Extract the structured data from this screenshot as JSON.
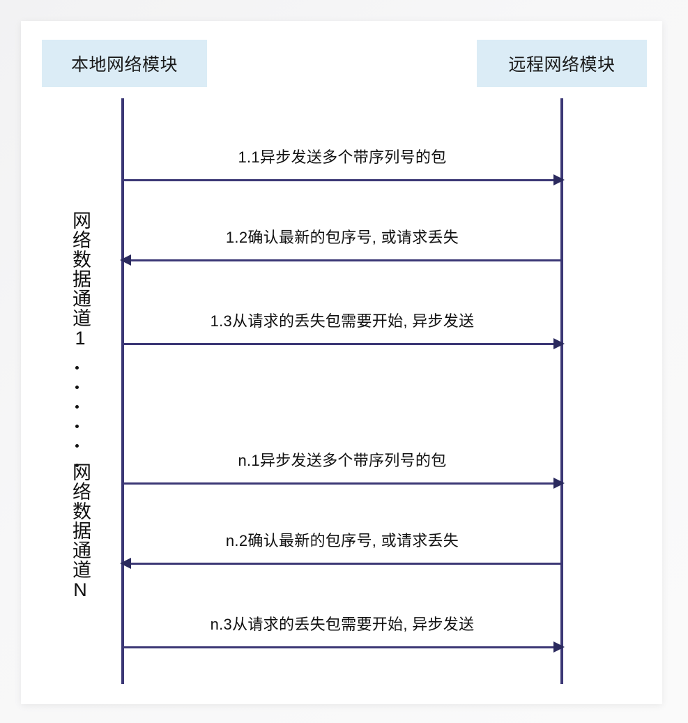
{
  "diagram": {
    "type": "sequence-diagram",
    "colors": {
      "participant_box_fill": "#dbecf6",
      "lifeline": "#3b3775",
      "arrow": "#2b2a5e",
      "text": "#111111",
      "card_background": "#ffffff",
      "page_background": "#f5f5f6"
    },
    "participants": [
      {
        "id": "local",
        "label": "本地网络模块"
      },
      {
        "id": "remote",
        "label": "远程网络模块"
      }
    ],
    "group_labels": [
      {
        "id": "channel-1",
        "label": "网络数据通道1"
      },
      {
        "id": "channel-n",
        "label": "网络数据通道N"
      }
    ],
    "ellipsis_dot_count": 6,
    "messages": [
      {
        "id": "1.1",
        "label": "1.1异步发送多个带序列号的包",
        "direction": "right",
        "from": "local",
        "to": "remote"
      },
      {
        "id": "1.2",
        "label": "1.2确认最新的包序号, 或请求丢失",
        "direction": "left",
        "from": "remote",
        "to": "local"
      },
      {
        "id": "1.3",
        "label": "1.3从请求的丢失包需要开始, 异步发送",
        "direction": "right",
        "from": "local",
        "to": "remote"
      },
      {
        "id": "n.1",
        "label": "n.1异步发送多个带序列号的包",
        "direction": "right",
        "from": "local",
        "to": "remote"
      },
      {
        "id": "n.2",
        "label": "n.2确认最新的包序号, 或请求丢失",
        "direction": "left",
        "from": "remote",
        "to": "local"
      },
      {
        "id": "n.3",
        "label": "n.3从请求的丢失包需要开始, 异步发送",
        "direction": "right",
        "from": "local",
        "to": "remote"
      }
    ]
  }
}
